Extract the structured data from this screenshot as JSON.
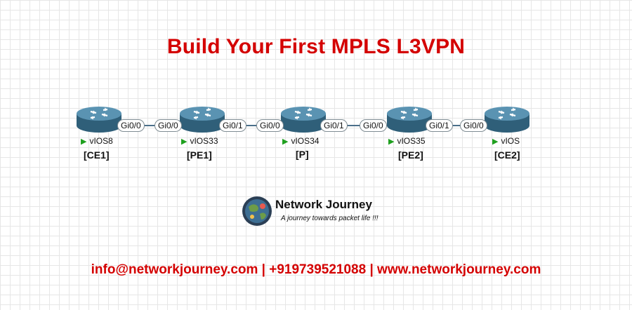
{
  "title": "Build Your First MPLS L3VPN",
  "routers": [
    {
      "name": "vIOS8",
      "role": "[CE1]"
    },
    {
      "name": "vIOS33",
      "role": "[PE1]"
    },
    {
      "name": "vIOS34",
      "role": "[P]"
    },
    {
      "name": "vIOS35",
      "role": "[PE2]"
    },
    {
      "name": "vIOS",
      "role": "[CE2]"
    }
  ],
  "ports": {
    "ce1_gi00": "Gi0/0",
    "pe1_gi00": "Gi0/0",
    "pe1_gi01": "Gi0/1",
    "p_gi00": "Gi0/0",
    "p_gi01": "Gi0/1",
    "pe2_gi00": "Gi0/0",
    "pe2_gi01": "Gi0/1",
    "ce2_gi00": "Gi0/0"
  },
  "logo": {
    "name": "Network Journey",
    "tagline": "A journey towards packet life !!!"
  },
  "contact": "info@networkjourney.com | +919739521088 | www.networkjourney.com",
  "colors": {
    "title": "#d40000",
    "router_body": "#3f7693",
    "link": "#4a6f8a",
    "status_play": "#1fa01f"
  }
}
